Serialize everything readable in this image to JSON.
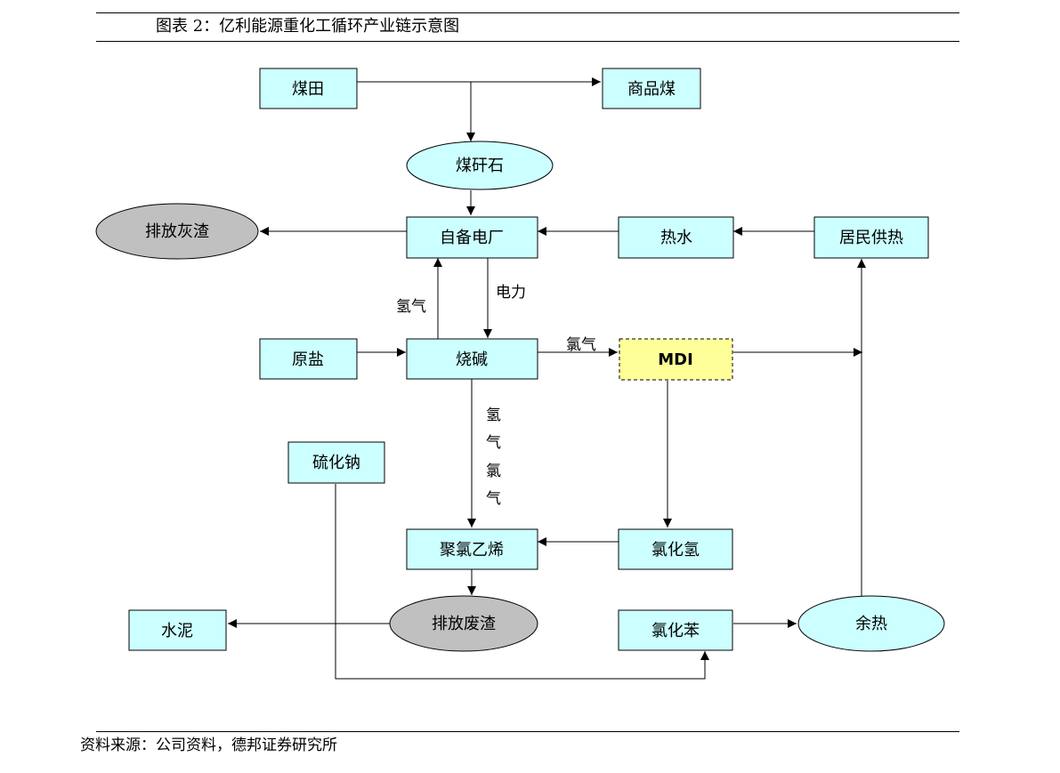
{
  "header": {
    "title": "图表 2：亿利能源重化工循环产业链示意图"
  },
  "footer": {
    "source": "资料来源：公司资料，德邦证券研究所"
  },
  "colors": {
    "box_fill": "#ccffff",
    "gray_fill": "#c0c0c0",
    "highlight_fill": "#ffff99",
    "stroke": "#000000"
  },
  "nodes": {
    "meitian": "煤田",
    "shangpinmei": "商品煤",
    "meiganshi": "煤矸石",
    "zibeidianchang": "自备电厂",
    "paifanghuizha": "排放灰渣",
    "reshui": "热水",
    "jumingongre": "居民供热",
    "yuanyan": "原盐",
    "shaojian": "烧碱",
    "mdi": "MDI",
    "liuhuana": "硫化钠",
    "julvyixi": "聚氯乙烯",
    "lvhuaqing": "氯化氢",
    "shuini": "水泥",
    "paifangfeizha": "排放废渣",
    "lvhuaben": "氯化苯",
    "yure": "余热"
  },
  "edge_labels": {
    "hydrogen_left": "氢气",
    "electricity": "电力",
    "chlorine_right": "氯气",
    "hydrogen_down_1": "氢",
    "hydrogen_down_2": "气",
    "chlorine_down_1": "氯",
    "chlorine_down_2": "气"
  }
}
